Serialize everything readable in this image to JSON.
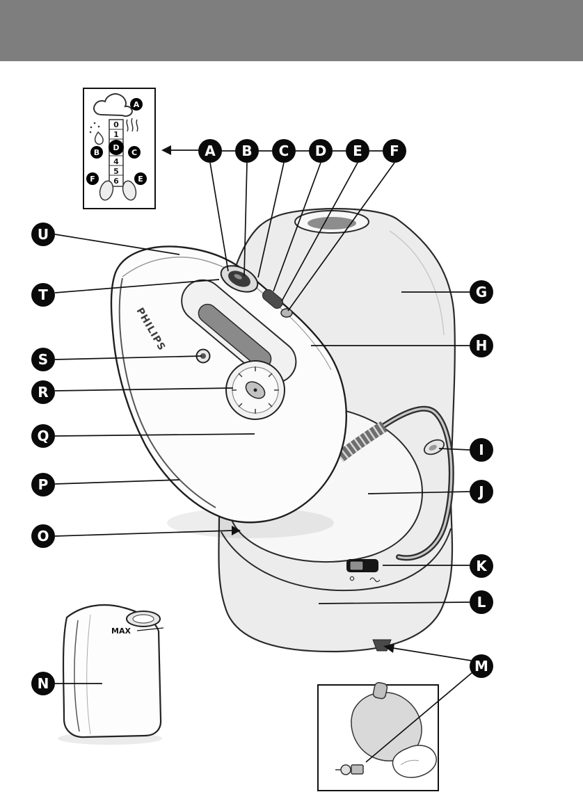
{
  "callouts": {
    "a": "A",
    "b": "B",
    "c": "C",
    "d": "D",
    "e": "E",
    "f": "F",
    "g": "G",
    "h": "H",
    "i": "I",
    "j": "J",
    "k": "K",
    "l": "L",
    "m": "M",
    "n": "N",
    "o": "O",
    "p": "P",
    "q": "Q",
    "r": "R",
    "s": "S",
    "t": "T",
    "u": "U"
  },
  "inset_dial": {
    "letter_a": "A",
    "letter_b": "B",
    "letter_c": "C",
    "letter_d": "D",
    "letter_e": "E",
    "letter_f": "F",
    "numbers": [
      "0",
      "1",
      "4",
      "5",
      "6"
    ]
  },
  "iron": {
    "brand": "PHILIPS"
  },
  "tank": {
    "max_label": "MAX"
  },
  "colors": {
    "header_gray": "#7e7e7e",
    "line_black": "#111111",
    "body_light": "#ececec"
  }
}
